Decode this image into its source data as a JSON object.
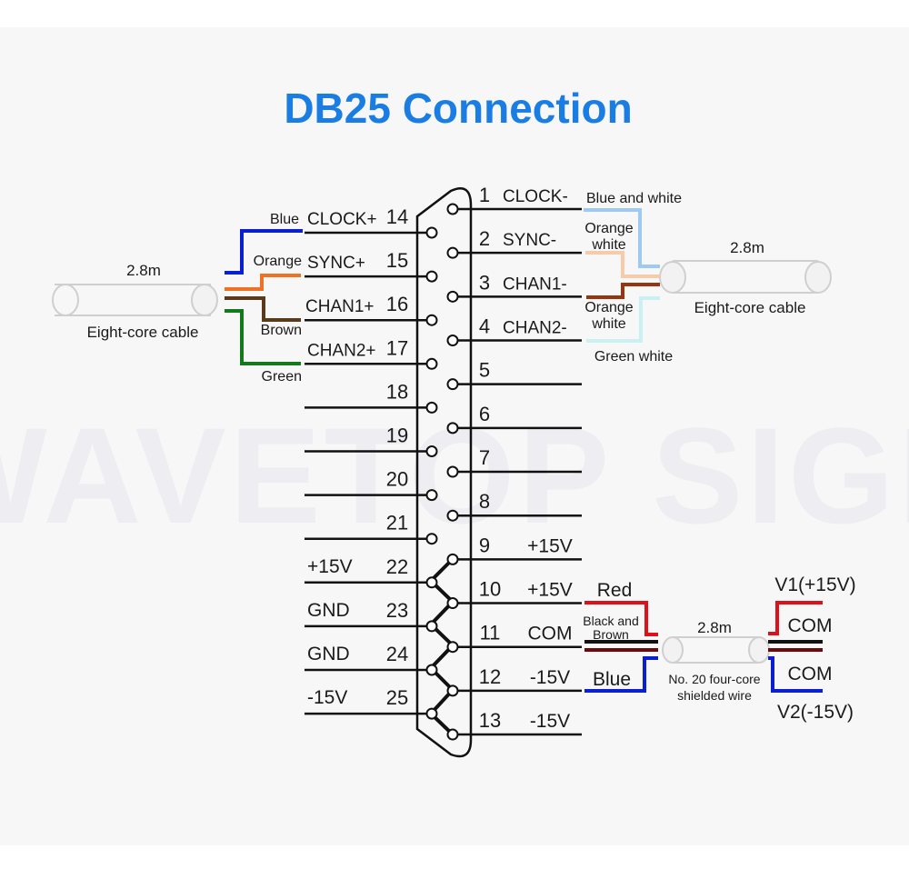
{
  "title": "DB25 Connection",
  "watermark": "WAVETOP SIGN",
  "colors": {
    "title": "#1a7de3",
    "blue": "#0a1fd0",
    "orange": "#ef7224",
    "brown": "#5b3a1c",
    "green": "#137a1c",
    "blue_white": "#9dc9f2",
    "orange_white": "#f6cba9",
    "dark_brown": "#98340e",
    "green_white": "#c9f1f1",
    "red": "#e0101a",
    "black": "#111111",
    "maroon": "#6a0a0a"
  },
  "left_pins": [
    {
      "num": "14",
      "label": "CLOCK+"
    },
    {
      "num": "15",
      "label": "SYNC+"
    },
    {
      "num": "16",
      "label": "CHAN1+"
    },
    {
      "num": "17",
      "label": "CHAN2+"
    },
    {
      "num": "18",
      "label": ""
    },
    {
      "num": "19",
      "label": ""
    },
    {
      "num": "20",
      "label": ""
    },
    {
      "num": "21",
      "label": ""
    },
    {
      "num": "22",
      "label": "+15V"
    },
    {
      "num": "23",
      "label": "GND"
    },
    {
      "num": "24",
      "label": "GND"
    },
    {
      "num": "25",
      "label": "-15V"
    }
  ],
  "right_pins": [
    {
      "num": "1",
      "label": "CLOCK-"
    },
    {
      "num": "2",
      "label": "SYNC-"
    },
    {
      "num": "3",
      "label": "CHAN1-"
    },
    {
      "num": "4",
      "label": "CHAN2-"
    },
    {
      "num": "5",
      "label": ""
    },
    {
      "num": "6",
      "label": ""
    },
    {
      "num": "7",
      "label": ""
    },
    {
      "num": "8",
      "label": ""
    },
    {
      "num": "9",
      "label": "+15V"
    },
    {
      "num": "10",
      "label": "+15V"
    },
    {
      "num": "11",
      "label": "COM"
    },
    {
      "num": "12",
      "label": "-15V"
    },
    {
      "num": "13",
      "label": "-15V"
    }
  ],
  "left_cable": {
    "length": "2.8m",
    "type": "Eight-core cable",
    "wires": [
      "Blue",
      "Orange",
      "Brown",
      "Green"
    ]
  },
  "right_cable": {
    "length": "2.8m",
    "type": "Eight-core cable",
    "wires": {
      "w1": "Blue and white",
      "w2a": "Orange",
      "w2b": "white",
      "w3a": "Orange",
      "w3b": "white",
      "w4": "Green white"
    }
  },
  "power_cable": {
    "length": "2.8m",
    "type_line1": "No. 20 four-core",
    "type_line2": "shielded wire",
    "red": "Red",
    "bb1": "Black and",
    "bb2": "Brown",
    "blue": "Blue",
    "v1": "V1(+15V)",
    "com1": "COM",
    "com2": "COM",
    "v2": "V2(-15V)"
  }
}
